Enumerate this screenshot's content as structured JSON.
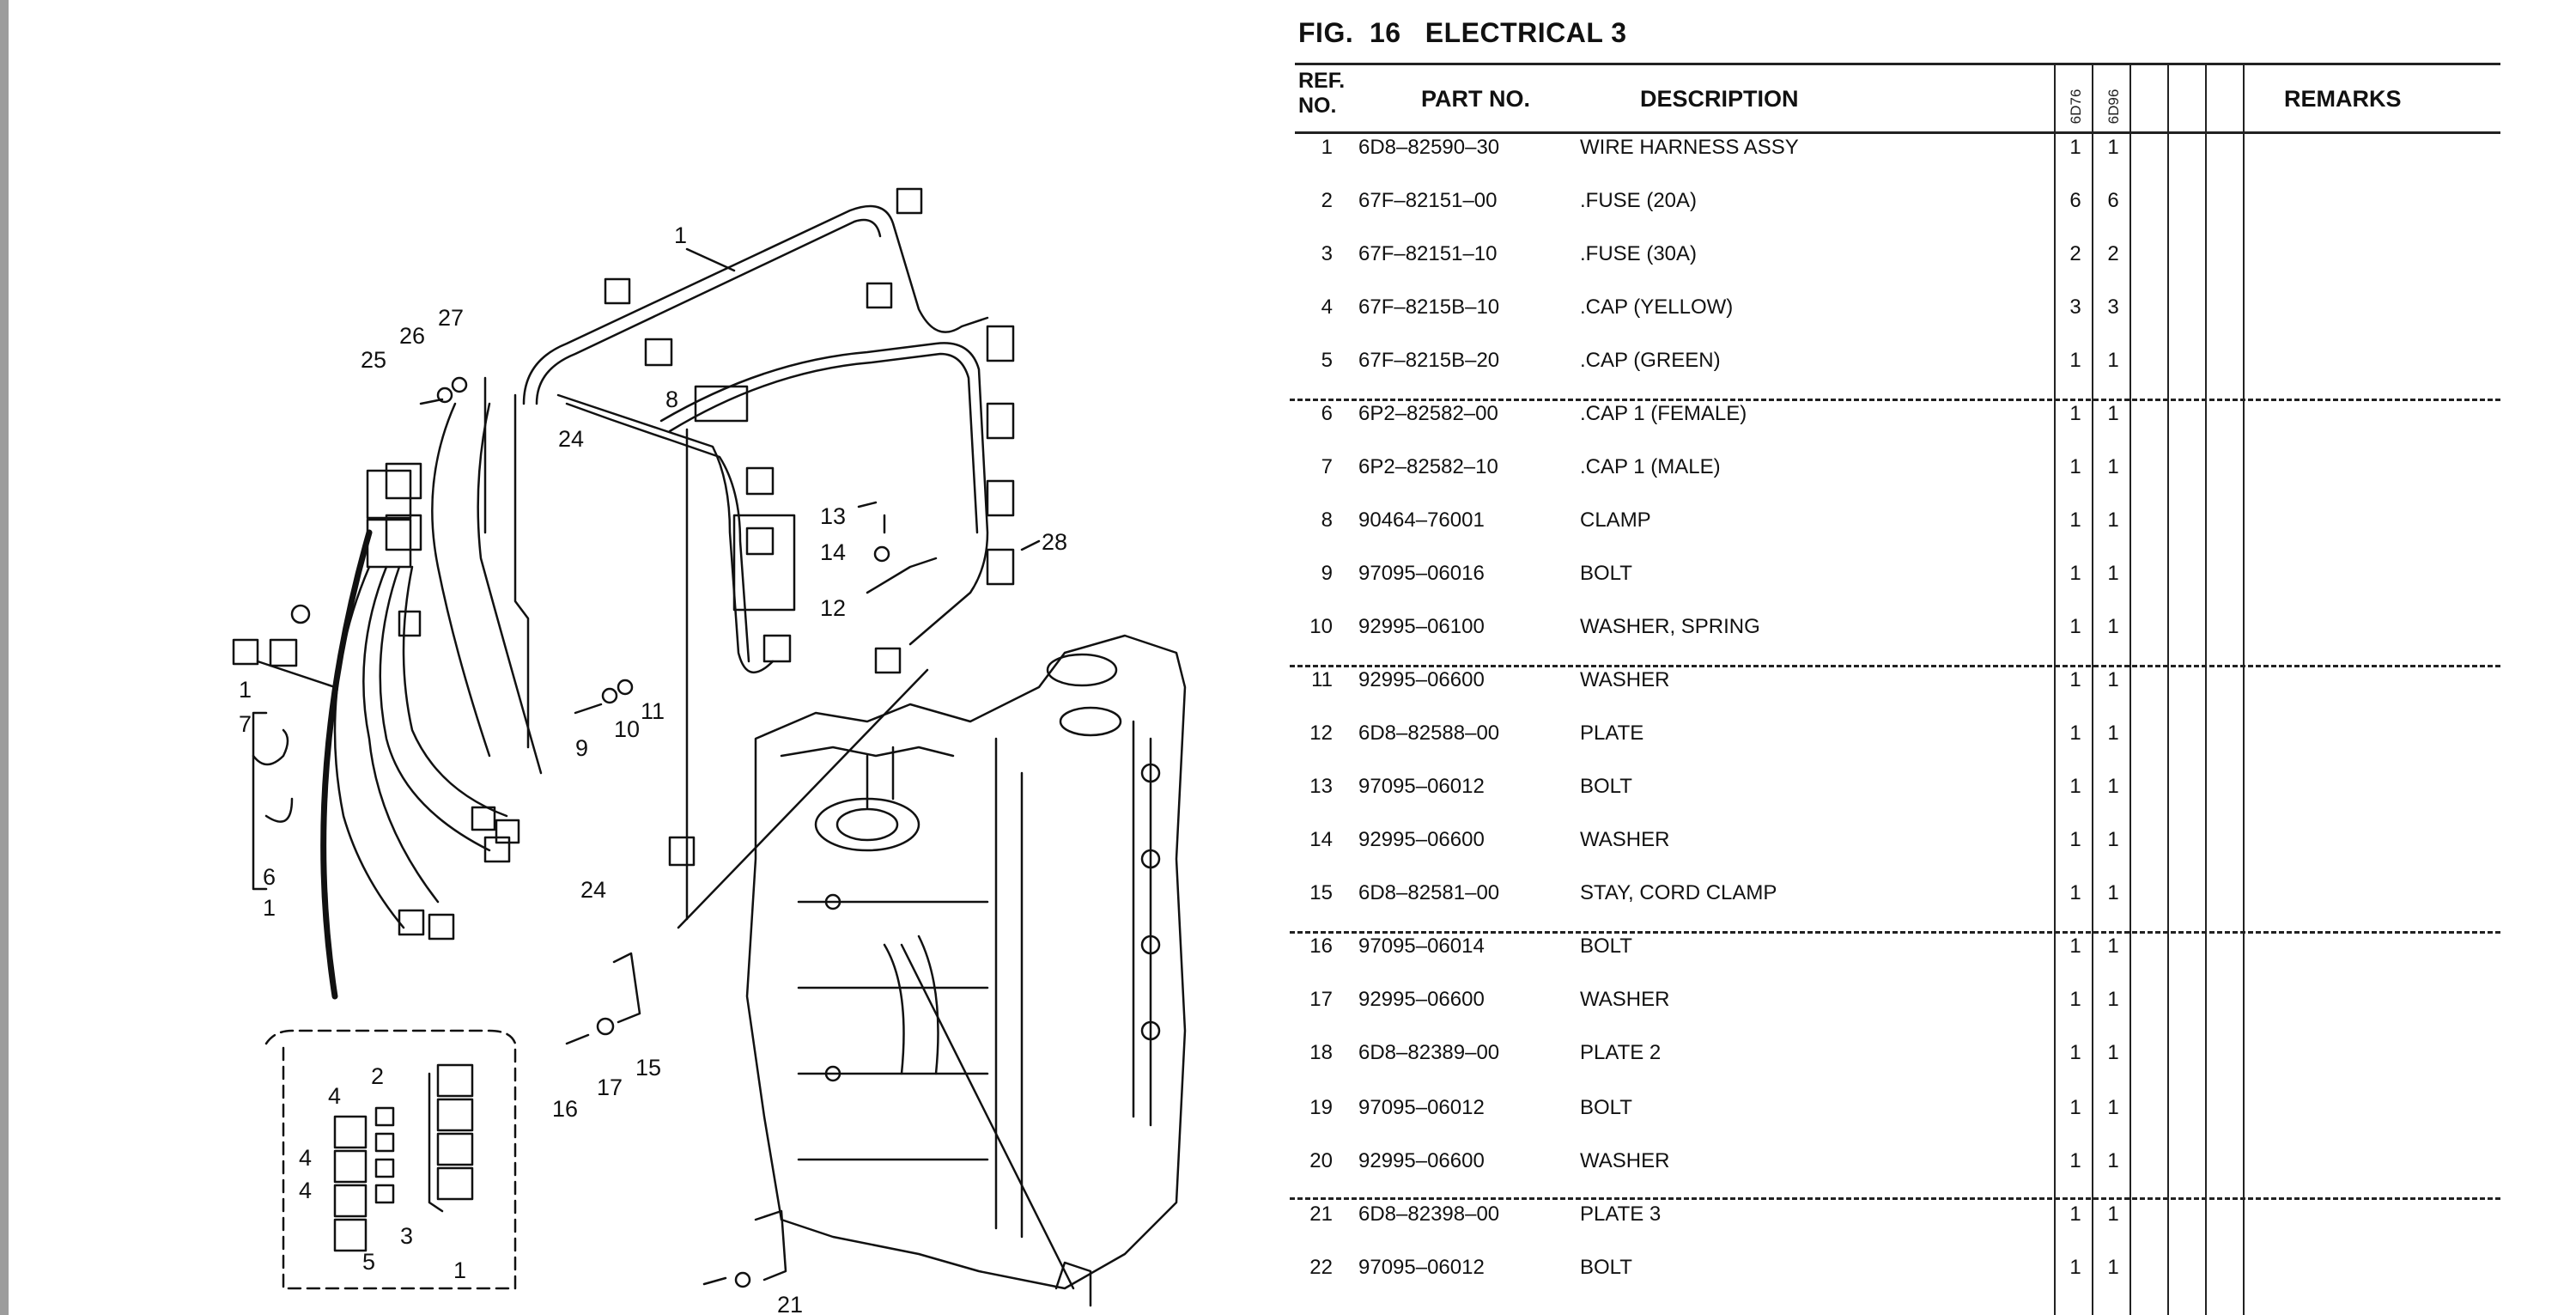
{
  "figure": {
    "label": "FIG.",
    "number": "16",
    "title": "ELECTRICAL 3"
  },
  "table": {
    "headers": {
      "ref_line1": "REF.",
      "ref_line2": "NO.",
      "part_no": "PART NO.",
      "description": "DESCRIPTION",
      "model1": "6D76",
      "model2": "6D96",
      "remarks": "REMARKS"
    },
    "rows": [
      {
        "ref": "1",
        "part": "6D8–82590–30",
        "desc": "WIRE HARNESS ASSY",
        "q1": "1",
        "q2": "1"
      },
      {
        "ref": "2",
        "part": "67F–82151–00",
        "desc": ".FUSE (20A)",
        "q1": "6",
        "q2": "6"
      },
      {
        "ref": "3",
        "part": "67F–82151–10",
        "desc": ".FUSE (30A)",
        "q1": "2",
        "q2": "2"
      },
      {
        "ref": "4",
        "part": "67F–8215B–10",
        "desc": ".CAP (YELLOW)",
        "q1": "3",
        "q2": "3"
      },
      {
        "ref": "5",
        "part": "67F–8215B–20",
        "desc": ".CAP (GREEN)",
        "q1": "1",
        "q2": "1"
      },
      {
        "ref": "6",
        "part": "6P2–82582–00",
        "desc": ".CAP 1 (FEMALE)",
        "q1": "1",
        "q2": "1"
      },
      {
        "ref": "7",
        "part": "6P2–82582–10",
        "desc": ".CAP 1 (MALE)",
        "q1": "1",
        "q2": "1"
      },
      {
        "ref": "8",
        "part": "90464–76001",
        "desc": "CLAMP",
        "q1": "1",
        "q2": "1"
      },
      {
        "ref": "9",
        "part": "97095–06016",
        "desc": "BOLT",
        "q1": "1",
        "q2": "1"
      },
      {
        "ref": "10",
        "part": "92995–06100",
        "desc": "WASHER, SPRING",
        "q1": "1",
        "q2": "1"
      },
      {
        "ref": "11",
        "part": "92995–06600",
        "desc": "WASHER",
        "q1": "1",
        "q2": "1"
      },
      {
        "ref": "12",
        "part": "6D8–82588–00",
        "desc": "PLATE",
        "q1": "1",
        "q2": "1"
      },
      {
        "ref": "13",
        "part": "97095–06012",
        "desc": "BOLT",
        "q1": "1",
        "q2": "1"
      },
      {
        "ref": "14",
        "part": "92995–06600",
        "desc": "WASHER",
        "q1": "1",
        "q2": "1"
      },
      {
        "ref": "15",
        "part": "6D8–82581–00",
        "desc": "STAY, CORD CLAMP",
        "q1": "1",
        "q2": "1"
      },
      {
        "ref": "16",
        "part": "97095–06014",
        "desc": "BOLT",
        "q1": "1",
        "q2": "1"
      },
      {
        "ref": "17",
        "part": "92995–06600",
        "desc": "WASHER",
        "q1": "1",
        "q2": "1"
      },
      {
        "ref": "18",
        "part": "6D8–82389–00",
        "desc": "PLATE 2",
        "q1": "1",
        "q2": "1"
      },
      {
        "ref": "19",
        "part": "97095–06012",
        "desc": "BOLT",
        "q1": "1",
        "q2": "1"
      },
      {
        "ref": "20",
        "part": "92995–06600",
        "desc": "WASHER",
        "q1": "1",
        "q2": "1"
      },
      {
        "ref": "21",
        "part": "6D8–82398–00",
        "desc": "PLATE 3",
        "q1": "1",
        "q2": "1"
      },
      {
        "ref": "22",
        "part": "97095–06012",
        "desc": "BOLT",
        "q1": "1",
        "q2": "1"
      }
    ]
  },
  "diagram_callouts": [
    "1",
    "27",
    "26",
    "25",
    "8",
    "24",
    "13",
    "14",
    "28",
    "12",
    "1",
    "7",
    "9",
    "10",
    "11",
    "6",
    "1",
    "24",
    "15",
    "16",
    "17",
    "2",
    "4",
    "4",
    "4",
    "3",
    "5",
    "1",
    "21"
  ]
}
